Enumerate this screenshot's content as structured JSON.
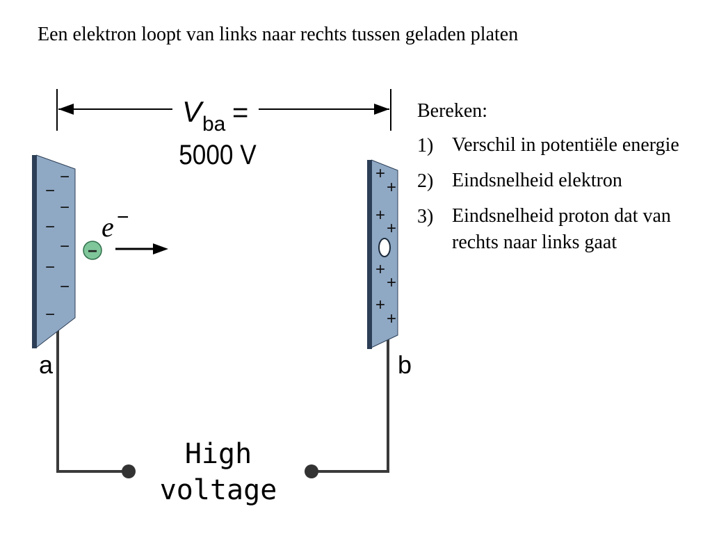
{
  "title": "Een elektron loopt van links naar rechts tussen geladen platen",
  "diagram": {
    "voltage_symbol": "V",
    "voltage_subscript": "ba",
    "equals": "=",
    "voltage_value": "5000 V",
    "electron_symbol": "e",
    "electron_superscript": "−",
    "electron_badge": "−",
    "negative_sign": "−",
    "positive_sign": "+",
    "plate_a_label": "a",
    "plate_b_label": "b",
    "source_label_line1": "High",
    "source_label_line2": "voltage",
    "colors": {
      "plate": "#8fa8c4",
      "plate_edge": "#2c3e55",
      "electron": "#7fc79a",
      "wire": "#3a3a3a"
    }
  },
  "tasks": {
    "lead": "Bereken:",
    "items": [
      {
        "num": "1)",
        "text": "Verschil in potentiële energie"
      },
      {
        "num": "2)",
        "text": "Eindsnelheid elektron"
      },
      {
        "num": "3)",
        "text": "Eindsnelheid proton dat van rechts naar links gaat"
      }
    ]
  }
}
